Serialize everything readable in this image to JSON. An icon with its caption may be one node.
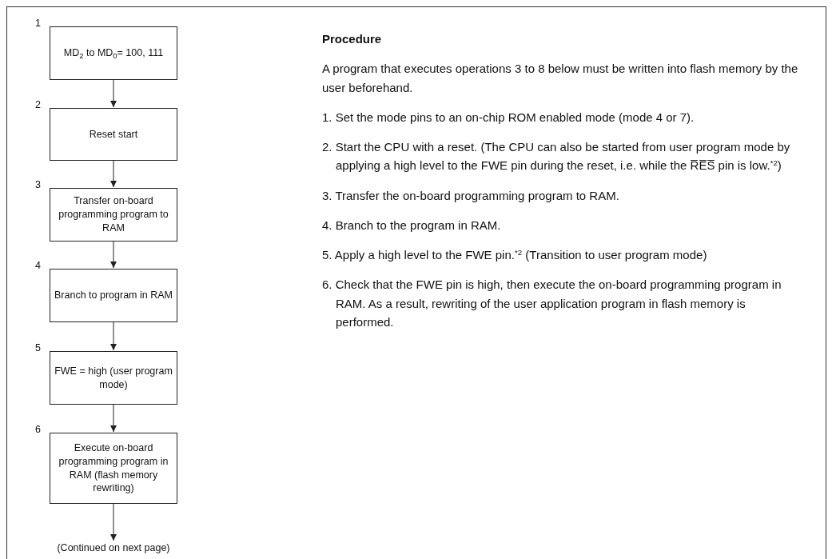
{
  "diagram": {
    "nodes": [
      {
        "text": [
          "MD$_{2}$ to MD$_{0}$= 100, 111"
        ],
        "beside": [
          "1"
        ]
      },
      {
        "text": [
          "Reset start"
        ],
        "beside": [
          "2"
        ]
      },
      {
        "text": [
          "Transfer on-board programming program to RAM"
        ],
        "beside": [
          "3"
        ]
      },
      {
        "text": [
          "Branch to program in RAM"
        ],
        "beside": [
          "4"
        ]
      },
      {
        "text": [
          "FWE = high (user program mode)"
        ],
        "beside": [
          "5"
        ]
      },
      {
        "text": [
          "Execute on-board programming program in RAM (flash memory rewriting)"
        ],
        "beside": [
          "6"
        ]
      },
      {
        "text": [
          "(Continued on next page)"
        ]
      }
    ],
    "edges": [
      {
        "from": 0,
        "to": 1,
        "arrow": "to"
      },
      {
        "from": 1,
        "to": 2,
        "arrow": "to"
      },
      {
        "from": 2,
        "to": 3,
        "arrow": "to"
      },
      {
        "from": 3,
        "to": 4,
        "arrow": "to"
      },
      {
        "from": 4,
        "to": 5,
        "arrow": "to"
      },
      {
        "from": 5,
        "to": 6,
        "arrow": "to"
      }
    ],
    "labels": [
      "Procedure",
      "A program that executes operations 3 to 8 below must be written into flash memory by the user beforehand.",
      "1. Set the mode pins to an on-chip ROM enabled mode (mode 4 or 7).",
      "2. Start the CPU with a reset. (The CPU can also be started from user program mode by applying a high level to the FWE pin during the reset, i.e. while the R̅E̅S̅ pin is low.$^{*2}$)",
      "3. Transfer the on-board programming program to RAM.",
      "4. Branch to the program in RAM.",
      "5. Apply a high level to the FWE pin.$^{*2}$ (Transition to user program mode)",
      "6. Check that the FWE pin is high, then execute the on-board programming program in RAM. As a result, rewriting of the user application program in flash memory is performed."
    ]
  }
}
